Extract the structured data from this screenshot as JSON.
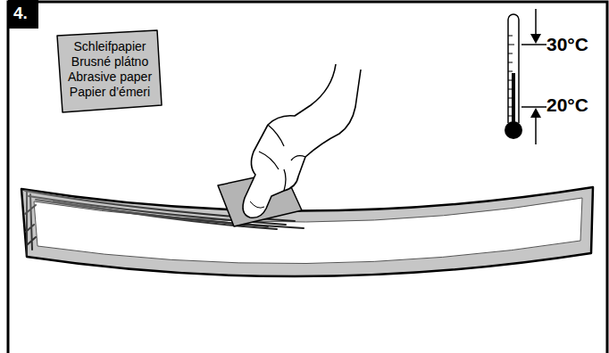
{
  "diagram": {
    "nodes": [
      {
        "text": [
          "4."
        ]
      },
      {
        "text": [
          "Schleifpapier",
          "Brusné plátno",
          "Abrasive paper",
          "Papier d’émeri"
        ]
      }
    ],
    "labels": [
      "30°C",
      "20°C"
    ]
  }
}
